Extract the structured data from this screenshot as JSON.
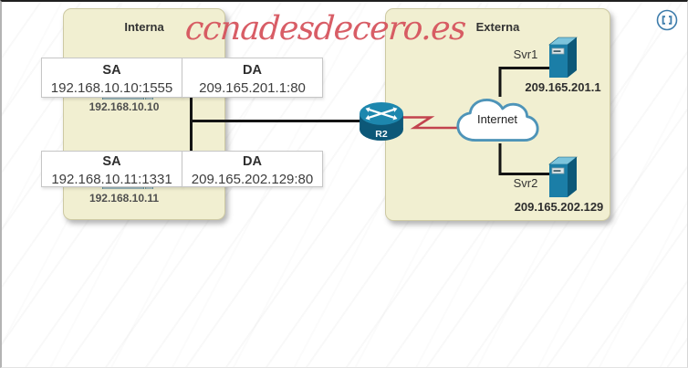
{
  "watermark": "ccnadesdecero.es",
  "interna": {
    "title": "Interna",
    "hosts": [
      {
        "ip": "192.168.10.10"
      },
      {
        "ip": "192.168.10.11"
      }
    ]
  },
  "externa": {
    "title": "Externa",
    "servers": [
      {
        "name": "Svr1",
        "ip": "209.165.201.1"
      },
      {
        "name": "Svr2",
        "ip": "209.165.202.129"
      }
    ]
  },
  "packets": [
    {
      "sa_label": "SA",
      "sa_value": "192.168.10.10:1555",
      "da_label": "DA",
      "da_value": "209.165.201.1:80"
    },
    {
      "sa_label": "SA",
      "sa_value": "192.168.10.11:1331",
      "da_label": "DA",
      "da_value": "209.165.202.129:80"
    }
  ],
  "router": {
    "label": "R2"
  },
  "cloud": {
    "label": "Internet"
  },
  "colors": {
    "panel_fill": "#f1efd1",
    "device_teal": "#1b7ea7",
    "device_dark": "#0d5878",
    "cloud_stroke": "#4e94b8",
    "serial_red": "#c2434e",
    "watermark_red": "#d5505a",
    "line_black": "#141414"
  }
}
